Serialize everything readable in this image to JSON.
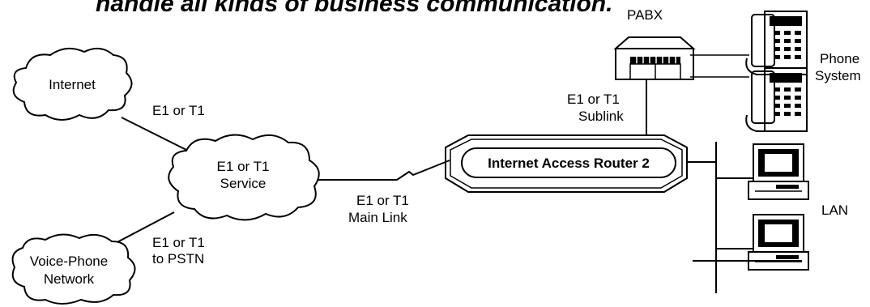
{
  "title": "handle all kinds of business communication.",
  "nodes": {
    "internet": "Internet",
    "service_line1": "E1 or T1",
    "service_line2": "Service",
    "voice_line1": "Voice-Phone",
    "voice_line2": "Network",
    "router": "Internet Access Router 2",
    "pabx": "PABX",
    "phone_line1": "Phone",
    "phone_line2": "System",
    "lan": "LAN"
  },
  "links": {
    "internet_link": "E1 or T1",
    "pstn_line1": "E1 or T1",
    "pstn_line2": "to PSTN",
    "main_line1": "E1 or T1",
    "main_line2": "Main Link",
    "sublink_line1": "E1 or T1",
    "sublink_line2": "Sublink"
  }
}
